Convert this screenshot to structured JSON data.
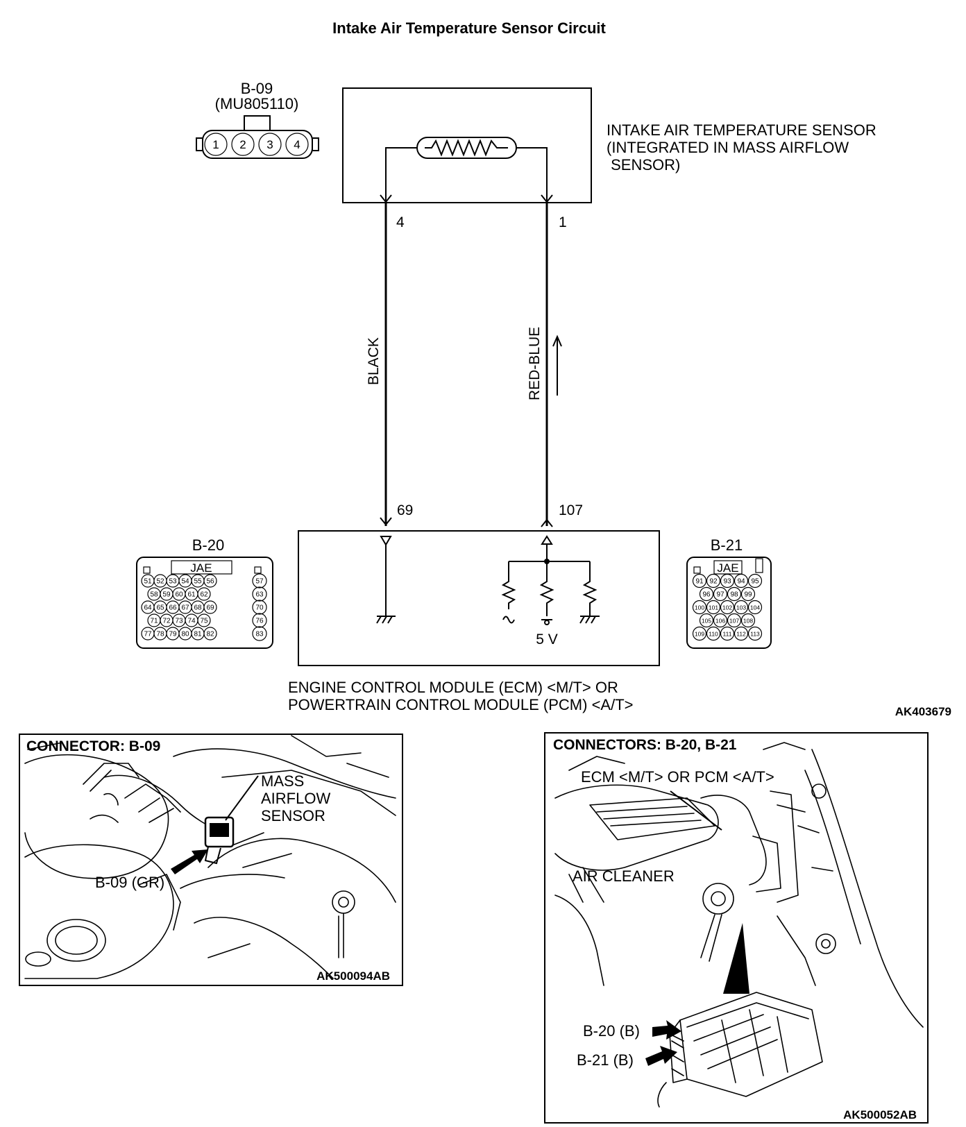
{
  "title": "Intake Air Temperature Sensor Circuit",
  "diagram_code": "AK403679",
  "sensor": {
    "connector_id": "B-09",
    "part_number": "(MU805110)",
    "pins": [
      "1",
      "2",
      "3",
      "4"
    ],
    "name_lines": [
      "INTAKE AIR TEMPERATURE SENSOR",
      "(INTEGRATED IN MASS AIRFLOW",
      " SENSOR)"
    ]
  },
  "wires": [
    {
      "color": "BLACK",
      "sensor_pin": "4",
      "module_pin": "69"
    },
    {
      "color": "RED-BLUE",
      "sensor_pin": "1",
      "module_pin": "107"
    }
  ],
  "module": {
    "voltage": "5 V",
    "name_lines": [
      "ENGINE CONTROL MODULE (ECM) <M/T> OR",
      "POWERTRAIN CONTROL MODULE (PCM) <A/T>"
    ]
  },
  "connector_b20": {
    "id": "B-20",
    "maker": "JAE",
    "rows": [
      [
        "51",
        "52",
        "53",
        "54",
        "55",
        "56"
      ],
      [
        "58",
        "59",
        "60",
        "61",
        "62"
      ],
      [
        "64",
        "65",
        "66",
        "67",
        "68",
        "69"
      ],
      [
        "71",
        "72",
        "73",
        "74",
        "75"
      ],
      [
        "77",
        "78",
        "79",
        "80",
        "81",
        "82"
      ]
    ],
    "side_pins": [
      "57",
      "63",
      "70",
      "76",
      "83"
    ]
  },
  "connector_b21": {
    "id": "B-21",
    "maker": "JAE",
    "rows": [
      [
        "91",
        "92",
        "93",
        "94",
        "95"
      ],
      [
        "96",
        "97",
        "98",
        "99"
      ],
      [
        "100",
        "101",
        "102",
        "103",
        "104"
      ],
      [
        "105",
        "106",
        "107",
        "108"
      ],
      [
        "109",
        "110",
        "111",
        "112",
        "113"
      ]
    ]
  },
  "photo_left": {
    "title": "CONNECTOR: B-09",
    "callout_lines": [
      "MASS",
      "AIRFLOW",
      "SENSOR"
    ],
    "connector_label": "B-09 (GR)",
    "code": "AK500094AB"
  },
  "photo_right": {
    "title": "CONNECTORS: B-20, B-21",
    "module_label": "ECM <M/T> OR PCM <A/T>",
    "air_cleaner_label": "AIR CLEANER",
    "b20_label": "B-20 (B)",
    "b21_label": "B-21 (B)",
    "code": "AK500052AB"
  }
}
